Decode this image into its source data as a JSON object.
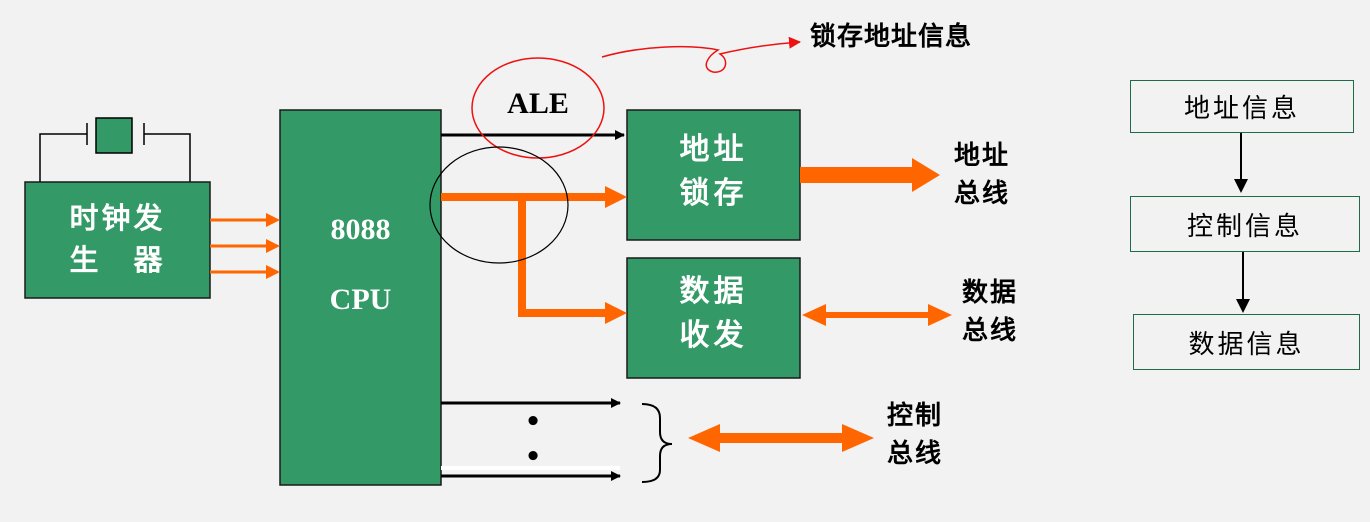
{
  "colors": {
    "box_fill": "#339966",
    "box_border": "#1a1a1a",
    "bus_orange": "#ff6600",
    "signal_black": "#000000",
    "annotation_red": "#ee1111",
    "background": "#f2f2f2"
  },
  "blocks": {
    "clock": "时钟发\n生　器",
    "cpu_model": "8088",
    "cpu_label": "CPU",
    "latch": "地址\n锁存",
    "transceiver": "数据\n收发"
  },
  "signals": {
    "ale": "ALE",
    "dots": "•\n•"
  },
  "buses": {
    "address": "地址\n总线",
    "data": "数据\n总线",
    "control": "控制\n总线"
  },
  "annotation": {
    "latch_note": "锁存地址信息"
  },
  "flow": {
    "steps": [
      "地址信息",
      "控制信息",
      "数据信息"
    ]
  }
}
